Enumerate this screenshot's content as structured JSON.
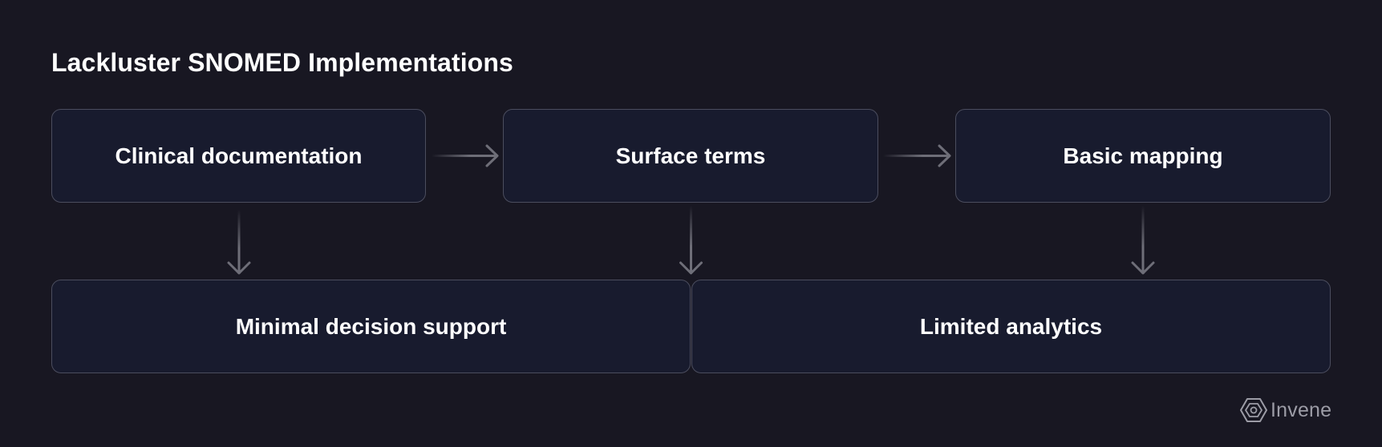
{
  "diagram": {
    "title": "Lackluster SNOMED Implementations",
    "nodes": {
      "clinical_documentation": "Clinical documentation",
      "surface_terms": "Surface terms",
      "basic_mapping": "Basic mapping",
      "minimal_decision_support": "Minimal decision support",
      "limited_analytics": "Limited analytics"
    },
    "edges": [
      {
        "from": "clinical_documentation",
        "to": "surface_terms"
      },
      {
        "from": "surface_terms",
        "to": "basic_mapping"
      },
      {
        "from": "clinical_documentation",
        "to": "minimal_decision_support"
      },
      {
        "from": "surface_terms",
        "to": "minimal_decision_support"
      },
      {
        "from": "basic_mapping",
        "to": "limited_analytics"
      }
    ]
  },
  "brand": {
    "name": "Invene",
    "icon": "hexagon-logo-icon"
  },
  "colors": {
    "background": "#181722",
    "box_fill": "#181b2e",
    "box_border": "#4b4d5e",
    "arrow": "#6e6e78",
    "text": "#ffffff",
    "brand_text": "#9c9ca6"
  }
}
